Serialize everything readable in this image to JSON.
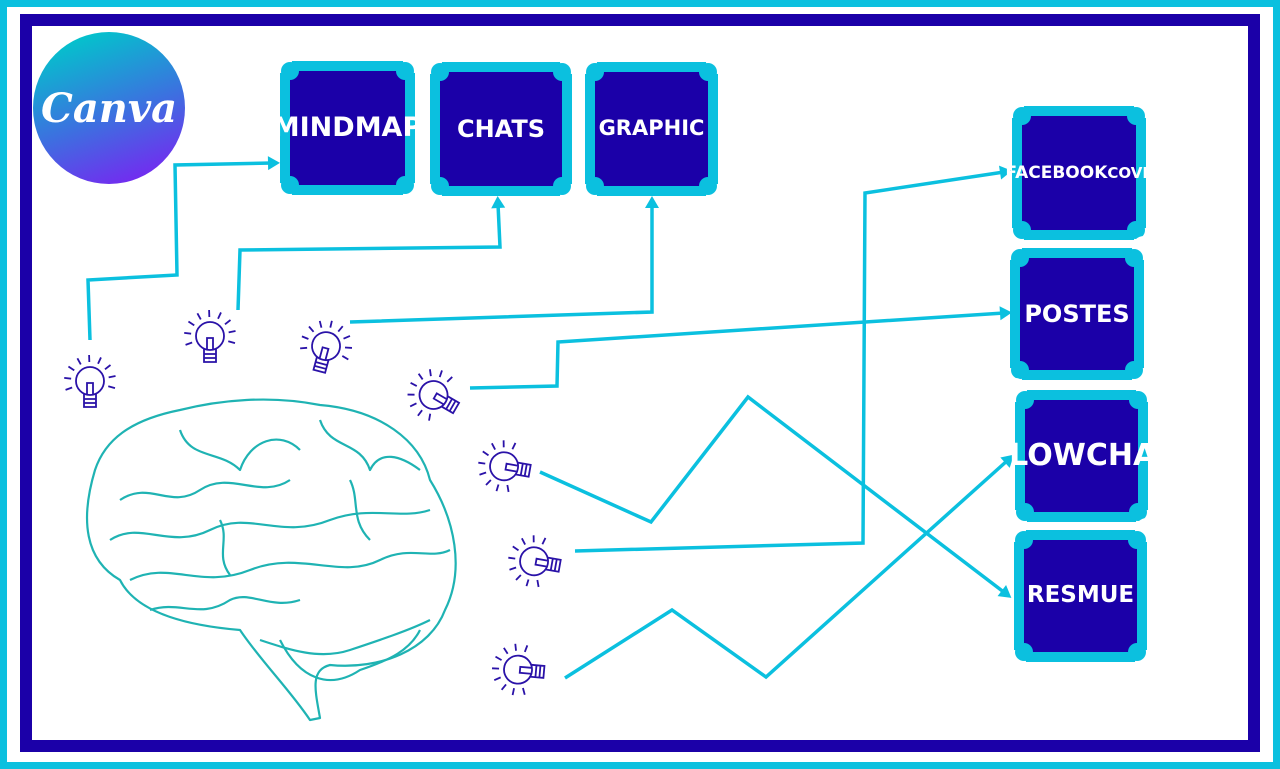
{
  "logo": {
    "text": "Canva"
  },
  "boxes": [
    {
      "id": "mind-map",
      "label": "MIND\nMAP"
    },
    {
      "id": "chats",
      "label": "CHATS"
    },
    {
      "id": "graphic",
      "label": "GRAPHIC"
    },
    {
      "id": "facebook-cove",
      "label": "FACEBOOK\nCOVE"
    },
    {
      "id": "postes",
      "label": "POSTES"
    },
    {
      "id": "flow-chat",
      "label": "FLOW\nCHAT"
    },
    {
      "id": "resmue",
      "label": "RESMUE"
    }
  ],
  "colors": {
    "navy": "#1b00a8",
    "cyan": "#0bc0df",
    "brain": "#1fb3b3",
    "bulb": "#2a12a8"
  }
}
